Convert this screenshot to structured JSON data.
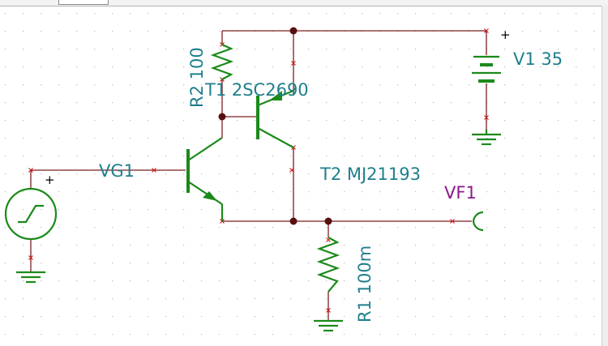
{
  "window": {
    "topbar_button": ""
  },
  "schematic": {
    "labels": {
      "r2": "R2 100",
      "t1": "T1 2SC2690",
      "v1": "V1 35",
      "vg1": "VG1",
      "t2": "T2 MJ21193",
      "vf1": "VF1",
      "r1": "R1 100m"
    },
    "polarity": {
      "v1_plus": "+",
      "vg1_plus": "+"
    },
    "colors": {
      "wire": "#7a1f1f",
      "component": "#1b8a1b",
      "label_teal": "#1f7f8c",
      "label_purple": "#8a1a8a",
      "pin": "#d01515",
      "grid_dot": "#b9b9b9"
    }
  }
}
